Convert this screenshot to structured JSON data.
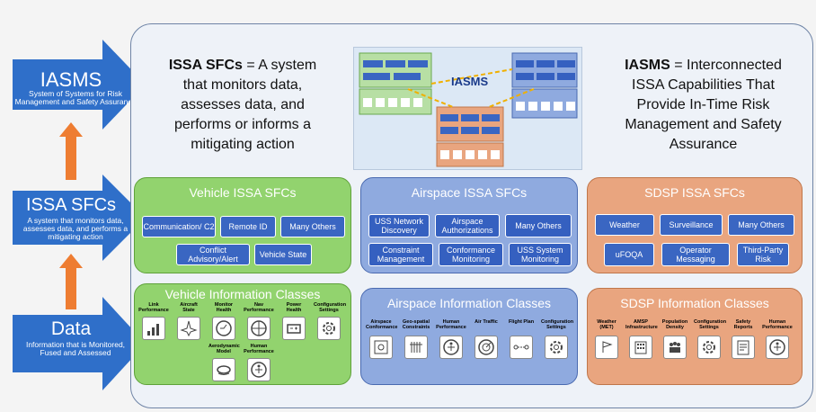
{
  "left_arrows": [
    {
      "title": "IASMS",
      "subtitle": "System of Systems for Risk Management and Safety Assurance"
    },
    {
      "title": "ISSA SFCs",
      "subtitle": "A system that monitors data, assesses data, and performs a mitigating action"
    },
    {
      "title": "Data",
      "subtitle": "Information that is Monitored, Fused and Assessed"
    }
  ],
  "definitions": {
    "issa_term": "ISSA SFCs",
    "issa_rest": " = A system that monitors data, assesses data, and performs or informs a mitigating action",
    "iasms_term": "IASMS",
    "iasms_rest": " = Interconnected ISSA Capabilities That Provide In-Time Risk Management and Safety Assurance"
  },
  "diagram_label": "IASMS",
  "panels": {
    "vehicle_sfc": {
      "title": "Vehicle ISSA SFCs",
      "items": [
        "Communication/ C2",
        "Remote ID",
        "Many Others",
        "Conflict Advisory/Alert",
        "Vehicle State"
      ]
    },
    "airspace_sfc": {
      "title": "Airspace ISSA SFCs",
      "items": [
        "USS Network Discovery",
        "Airspace Authorizations",
        "Many Others",
        "Constraint Management",
        "Conformance Monitoring",
        "USS System Monitoring"
      ]
    },
    "sdsp_sfc": {
      "title": "SDSP ISSA SFCs",
      "items": [
        "Weather",
        "Surveillance",
        "Many Others",
        "uFOQA",
        "Operator Messaging",
        "Third-Party Risk"
      ]
    },
    "vehicle_info": {
      "title": "Vehicle Information Classes",
      "items": [
        "Link Performance",
        "Aircraft State",
        "Monitor Health",
        "Nav Performance",
        "Power Health",
        "Configuration Settings",
        "Aerodynamic Model",
        "Human Performance"
      ]
    },
    "airspace_info": {
      "title": "Airspace Information Classes",
      "items": [
        "Airspace Conformance",
        "Geo-spatial Constraints",
        "Human Performance",
        "Air Traffic",
        "Flight Plan",
        "Configuration Settings"
      ]
    },
    "sdsp_info": {
      "title": "SDSP Information Classes",
      "items": [
        "Weather (MET)",
        "AMSP Infrastructure",
        "Population Density",
        "Configuration Settings",
        "Safety Reports",
        "Human Performance"
      ]
    }
  },
  "colors": {
    "arrow_blue": "#2f6fc9",
    "orange_connector": "#ee7d32",
    "green_panel": "#92d36e",
    "blue_panel": "#8faadf",
    "orange_panel": "#e9a57f"
  }
}
